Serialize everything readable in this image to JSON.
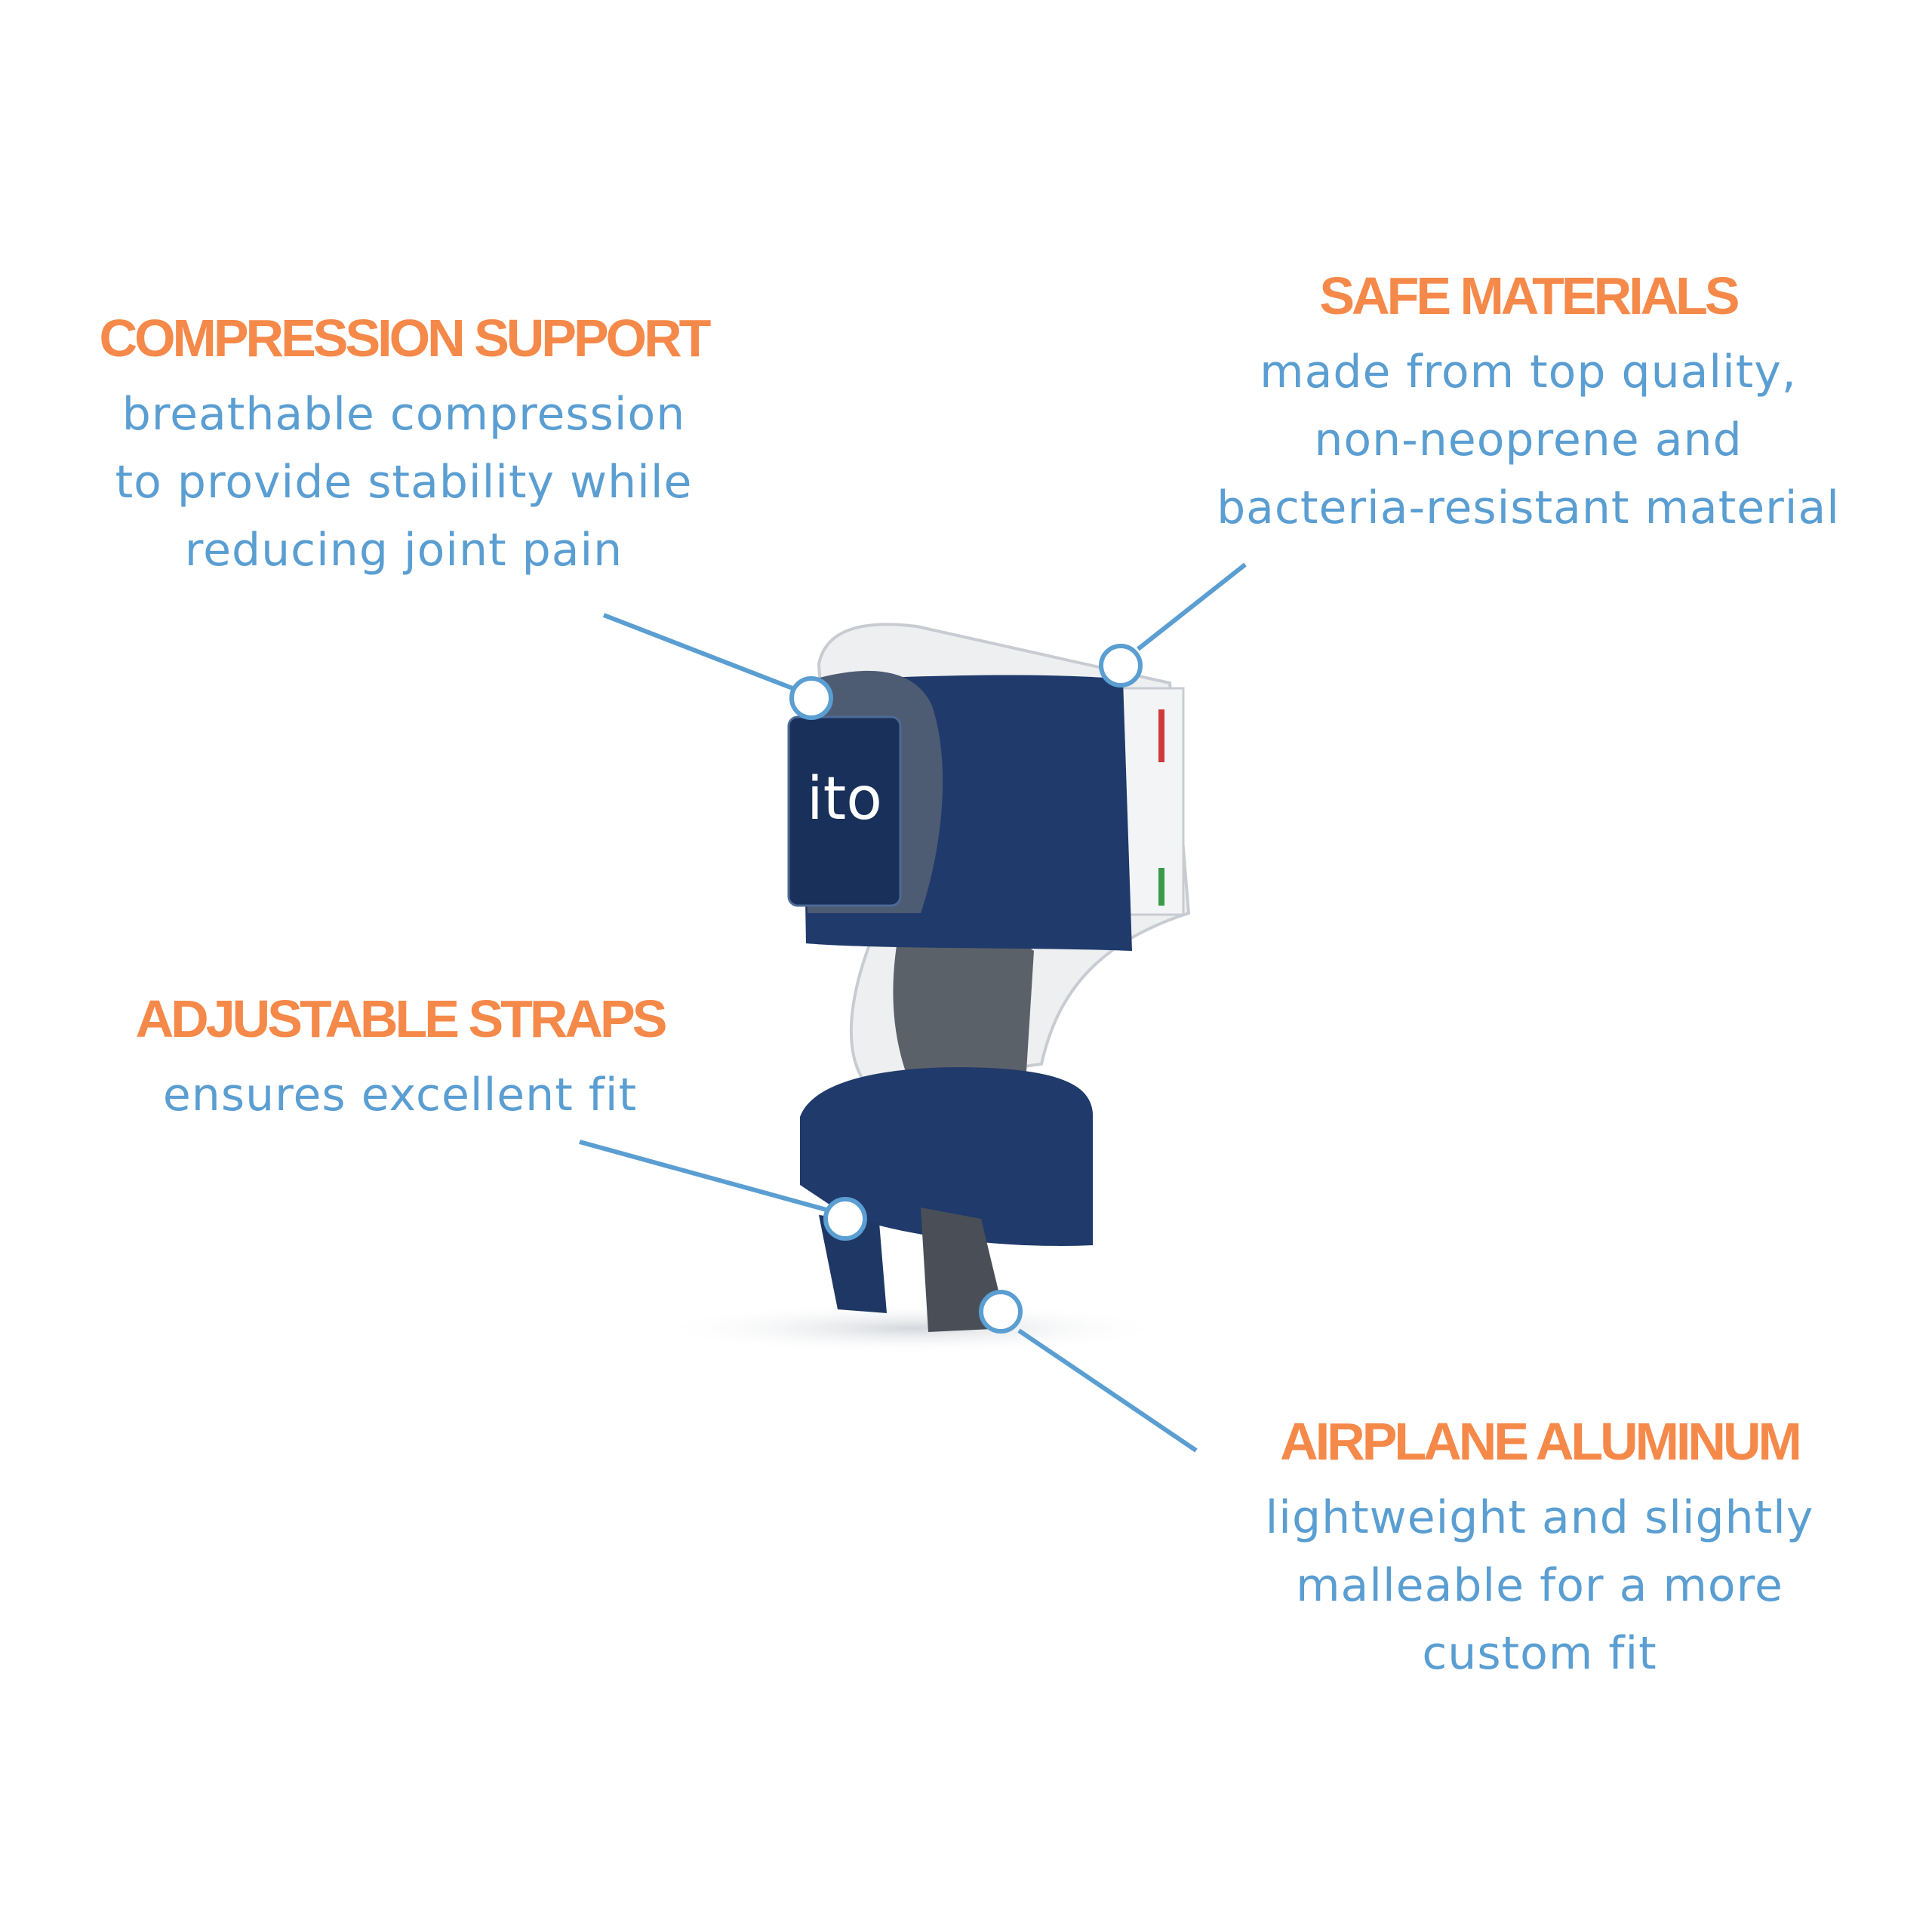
{
  "colors": {
    "title_orange": "#f5894a",
    "body_blue": "#5a9ed2",
    "strap_navy": "#1f3a6b",
    "pointer_blue": "#5a9ed2"
  },
  "callouts": {
    "compression": {
      "title": "COMPRESSION SUPPORT",
      "lines": [
        "breathable compression",
        "to provide stability while",
        "reducing joint pain"
      ]
    },
    "safe_materials": {
      "title": "SAFE MATERIALS",
      "lines": [
        "made from top quality,",
        "non-neoprene and",
        "bacteria-resistant material"
      ]
    },
    "straps": {
      "title": "ADJUSTABLE STRAPS",
      "lines": [
        "ensures excellent fit"
      ]
    },
    "aluminum": {
      "title": "AIRPLANE ALUMINUM",
      "lines": [
        "lightweight and slightly",
        "malleable for a more",
        "custom fit"
      ]
    }
  },
  "product": {
    "logo_text": "ito"
  }
}
